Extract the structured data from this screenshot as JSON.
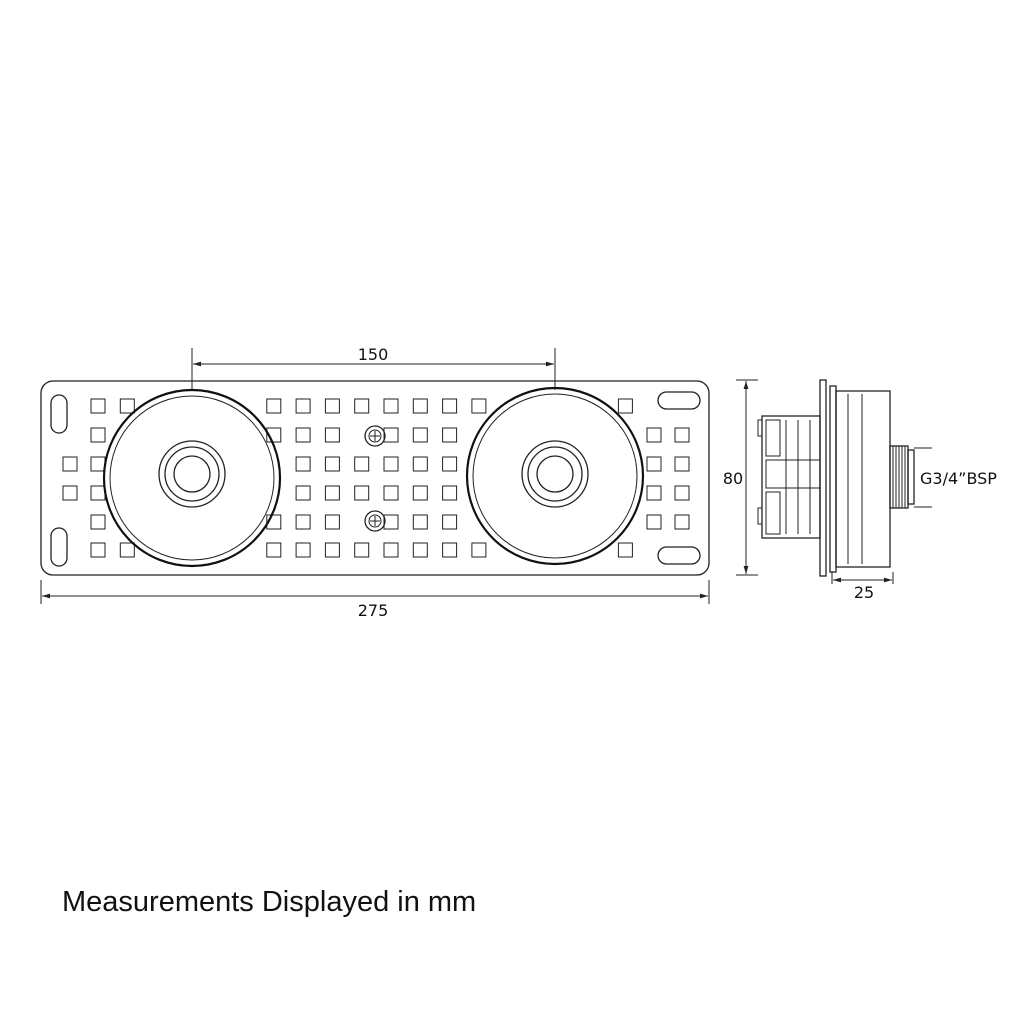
{
  "dimensions": {
    "valve_spacing": "150",
    "overall_width": "275",
    "overall_height": "80",
    "depth": "25",
    "thread": "G3/4”BSP"
  },
  "caption": "Measurements Displayed in mm"
}
